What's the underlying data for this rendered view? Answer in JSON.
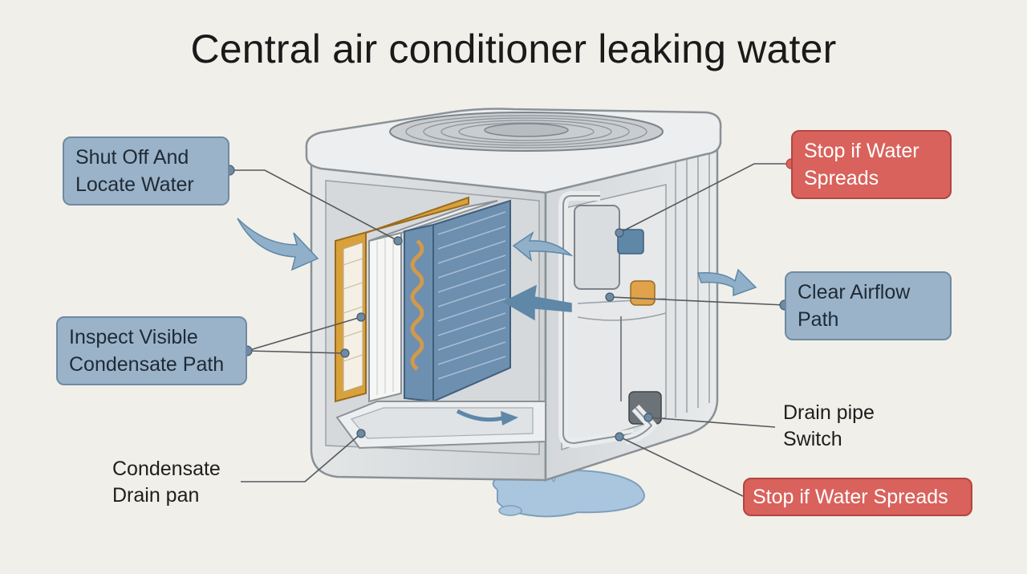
{
  "title": "Central air conditioner leaking water",
  "callouts": {
    "shut_off": [
      "Shut Off And",
      "Locate Water"
    ],
    "inspect": [
      "Inspect Visible",
      "Condensate Path"
    ],
    "stop_top": [
      "Stop if Water",
      "Spreads"
    ],
    "clear_airflow": [
      "Clear Airflow",
      "Path"
    ],
    "stop_bottom": "Stop if Water Spreads"
  },
  "labels": {
    "drain_pipe": [
      "Drain pipe",
      "Switch"
    ],
    "drain_pan": [
      "Condensate",
      "Drain pan"
    ]
  },
  "colors": {
    "background": "#f1efea",
    "callout_blue": "#9bb3c8",
    "callout_red": "#d9625c",
    "coil_blue": "#6d8fb0",
    "filter_orange": "#d9a13c",
    "copper": "#d19a4c",
    "water": "#a9c6de"
  }
}
